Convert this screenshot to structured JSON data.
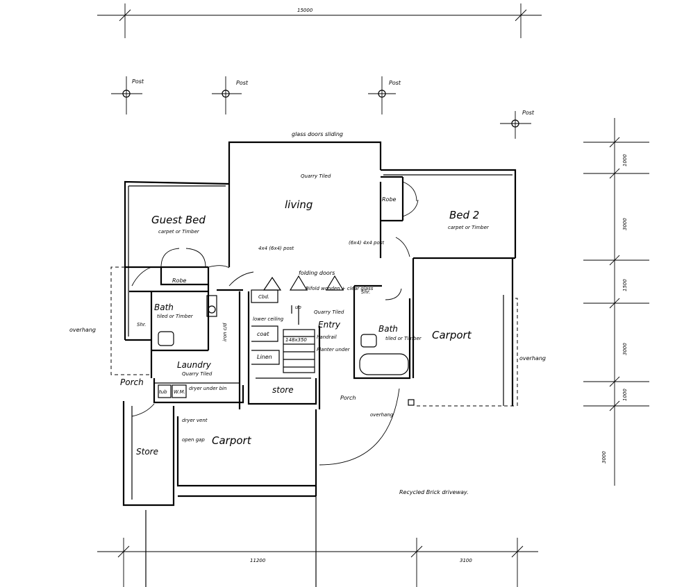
{
  "dimensions": {
    "top": "15000",
    "bottom_left": "11200",
    "bottom_right": "3100",
    "right": [
      "1000",
      "3000",
      "1500",
      "3000",
      "1000",
      "3000"
    ]
  },
  "posts": [
    "Post",
    "Post",
    "Post",
    "Post"
  ],
  "rooms": {
    "living": "living",
    "living_finish": "Quarry Tiled",
    "guest_bed": "Guest Bed",
    "guest_bed_finish": "carpet or Timber",
    "bed2": "Bed 2",
    "bed2_finish": "carpet or Timber",
    "robe_left": "Robe",
    "robe_right": "Robe",
    "bath_left": "Bath",
    "bath_left_finish": "tiled or Timber",
    "bath_right": "Bath",
    "bath_right_finish": "tiled or Timber",
    "shr_left": "Shr.",
    "shr_right": "Shr.",
    "laundry": "Laundry",
    "laundry_finish": "Quarry Tiled",
    "entry": "Entry",
    "entry_finish": "Quarry Tiled",
    "carport_right": "Carport",
    "carport_bottom": "Carport",
    "store_mid": "store",
    "store_left": "Store",
    "porch_left": "Porch",
    "porch_right": "Porch",
    "linen": "Linen",
    "coat": "coat",
    "cbd": "Cbd.",
    "tub": "tub",
    "wm": "W.M.",
    "dryer": "dryer under bin",
    "iron": "iron c/d"
  },
  "notes": {
    "glass_doors": "glass doors sliding",
    "post_left": "4x4 (6x4) post",
    "post_right": "(6x4) 4x4 post",
    "folding_doors": "folding doors",
    "bifold": "Bifold wooden + clear glass",
    "up": "up",
    "lower_ceiling": "lower ceiling",
    "handrail": "handrail",
    "planter": "Planter under",
    "size": "148x350",
    "overhang_left": "overhang",
    "overhang_right": "overhang",
    "overhang_porch": "overhang",
    "dryer_vent": "dryer vent",
    "open_gap": "open gap",
    "driveway": "Recycled Brick driveway."
  }
}
